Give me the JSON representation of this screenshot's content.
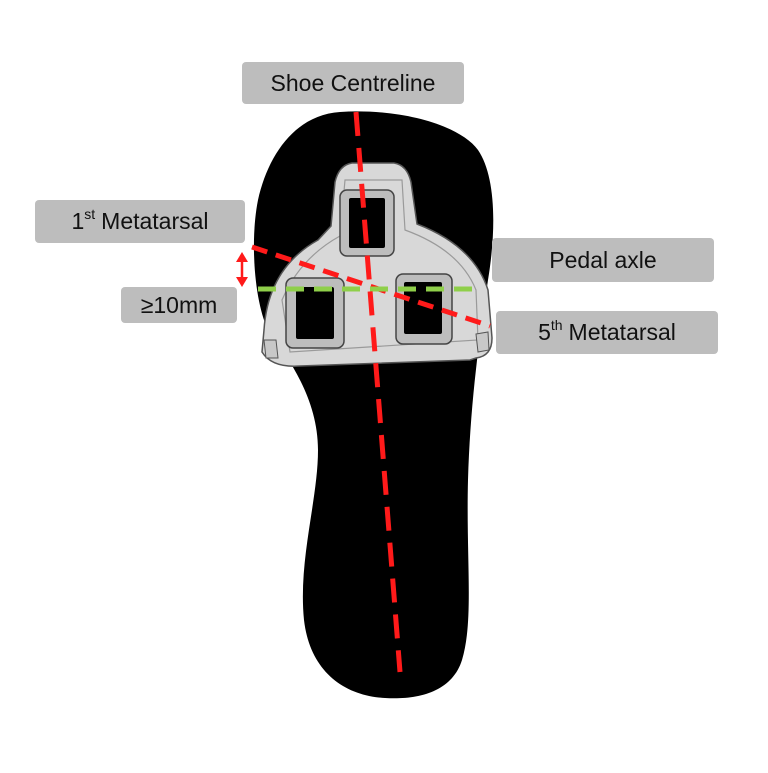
{
  "labels": {
    "shoe_centreline": "Shoe Centreline",
    "first_metatarsal": {
      "number": "1",
      "suffix": "st",
      "text": "Metatarsal"
    },
    "pedal_axle": "Pedal axle",
    "fifth_metatarsal": {
      "number": "5",
      "suffix": "th",
      "text": "Metatarsal"
    },
    "gap": "≥10mm"
  },
  "colors": {
    "sole": "#000000",
    "cleat_body": "#d8d8d8",
    "cleat_outline": "#555555",
    "cleat_windows": "#000000",
    "metatarsal_line": "#ff1a1a",
    "centreline": "#ff1a1a",
    "pedal_axle_line": "#8fcf4a",
    "arrow": "#ff1a1a",
    "label_background": "#bdbdbd",
    "label_text": "#111111"
  },
  "icons": {
    "gap_indicator": "double-headed-vertical-arrow"
  }
}
